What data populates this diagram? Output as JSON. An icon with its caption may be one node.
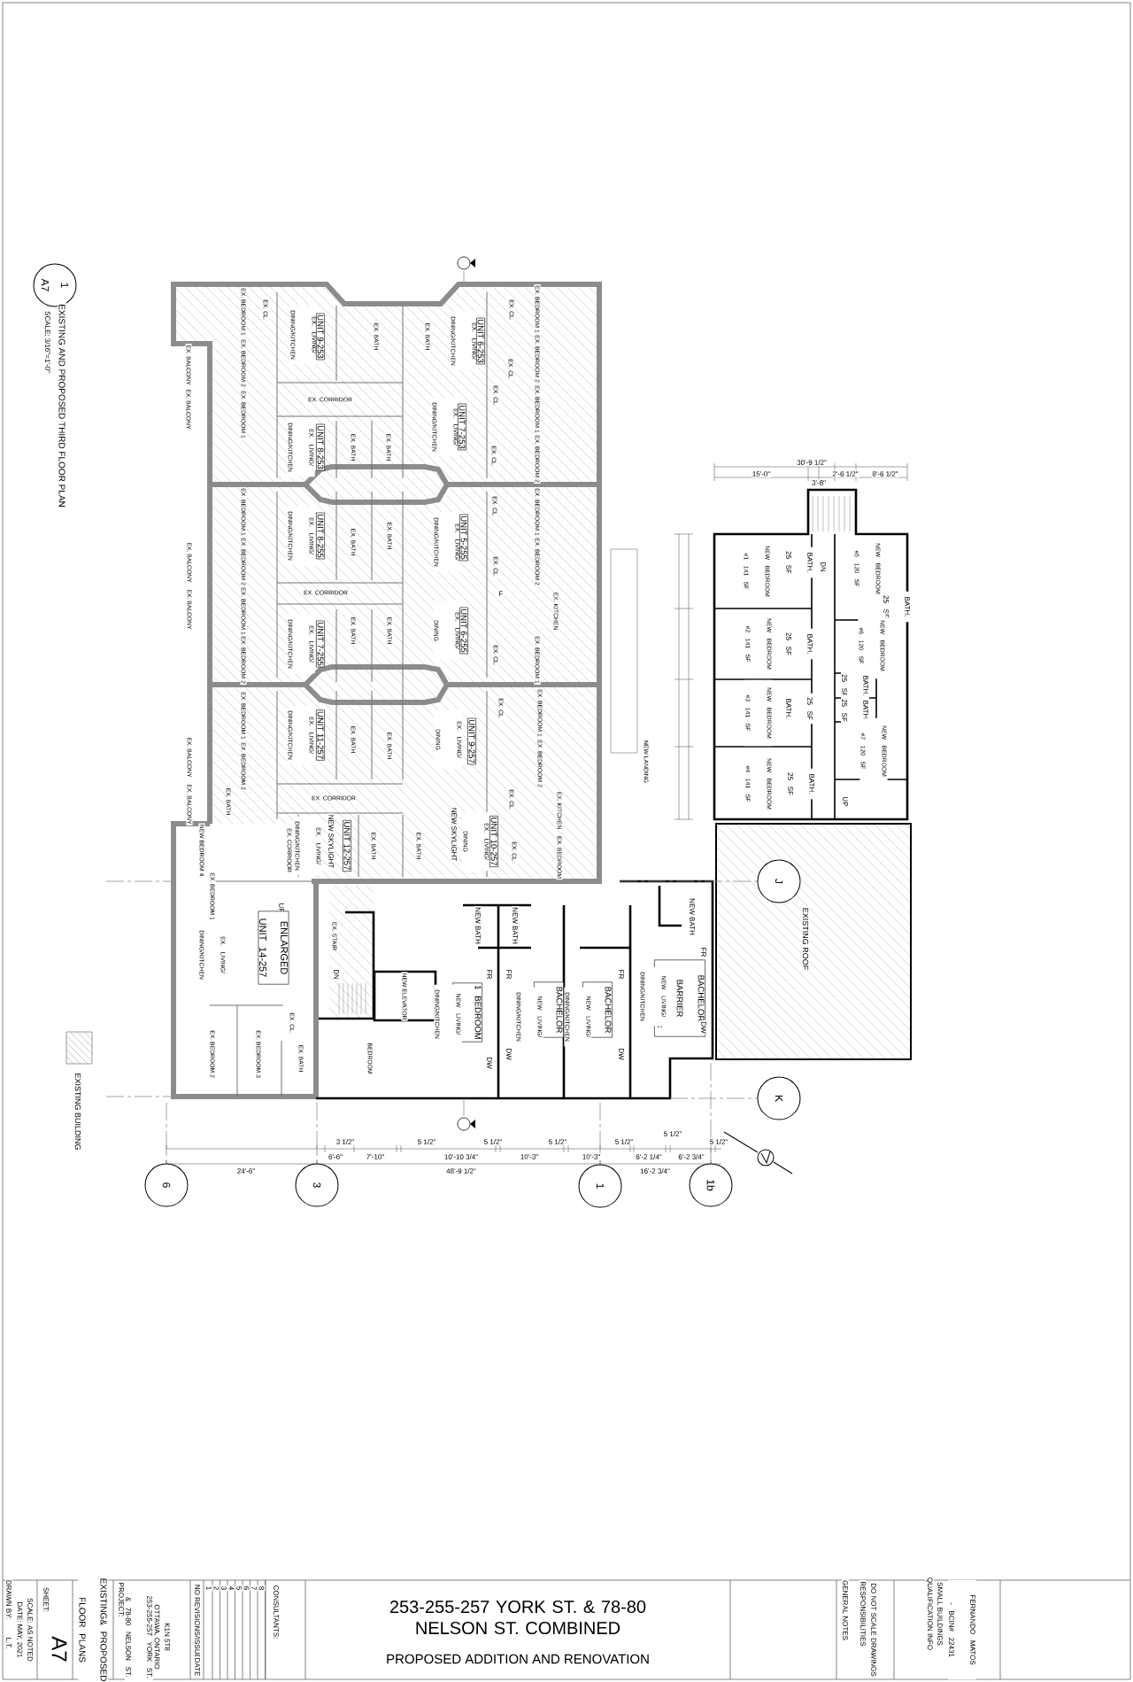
{
  "diagram": {
    "title": "253-255-257 YORK ST. & 78-80 NELSON ST. COMBINED",
    "nodes": [
      {
        "text": [
          "1",
          "A7"
        ]
      },
      {
        "text": [
          "6"
        ]
      },
      {
        "text": [
          "3"
        ]
      },
      {
        "text": [
          "1"
        ]
      },
      {
        "text": [
          "1b"
        ]
      },
      {
        "text": [
          "J"
        ]
      },
      {
        "text": [
          "K"
        ]
      }
    ],
    "labels": [
      "EXISTING AND PROPOSED THIRD FLOOR PLAN",
      "SCALE: 3/16\"=1'-0\"",
      "EX. BEDROOM 1",
      "EX. CL.",
      "EX. LIVING/DINING/KITCHEN",
      "UNIT 9-253",
      "EX. BATH",
      "EX. BATH",
      "EX. LIVING/DINING/KITCHEN",
      "UNIT 6-253",
      "EX. CL.",
      "EX. BEDROOM 1",
      "EX. BALCONY",
      "EX. BALCONY",
      "EX. BEDROOM 2",
      "EX. CL.",
      "EX. BEDROOM 2",
      "EX. CORRIDOR",
      "EX. BEDROOM 1",
      "EX. CL.",
      "EX. BEDROOM 1",
      "EX. LIVING/DINING/KITCHEN",
      "UNIT 8-253",
      "EX. BATH",
      "EX. BATH",
      "EX. LIVING/DINING/KITCHEN",
      "UNIT 7-253",
      "EX. CL.",
      "EX. BEDROOM 2",
      "EX. BEDROOM 1",
      "EX. LIVING/DINING/KITCHEN",
      "UNIT 8-255",
      "EX. BATH",
      "EX. BATH",
      "EX. LIVING/DINING/KITCHEN",
      "UNIT 5-255",
      "EX. CL.",
      "EX. BEDROOM 1",
      "EX. BALCONY",
      "EX. BEDROOM 2",
      "EX. CL.",
      "EX. BEDROOM 2",
      "EX. BALCONY",
      "EX. CORRIDOR",
      "F",
      "EX. BEDROOM 1",
      "EX. BEDROOM 2",
      "EX. LIVING/DINING/KITCHEN",
      "UNIT 7-255",
      "EX. BATH",
      "EX. BATH",
      "EX. LIVING/DINING",
      "UNIT 6-255",
      "EX. CL.",
      "EX. BEDROOM 1",
      "EX. KITCHEN",
      "EX. BEDROOM 1",
      "EX. LIVING/DINING/KITCHEN",
      "UNIT 11-257",
      "EX. BATH",
      "EX. BATH",
      "EX. LIVING/DINING",
      "UNIT 9-257",
      "EX. CL.",
      "EX. BEDROOM 1",
      "EX. BALCONY",
      "EX. BALCONY",
      "EX. BATH",
      "EX. BEDROOM 2",
      "EX. CORRIDOR",
      "EX. CL.",
      "EX. BEDROOM 2",
      "EX. KITCHEN",
      "NEW BEDROOM 4",
      "EX. CORRIDOR",
      "EX. LIVING/DINING/KITCHEN",
      "NEW SKYLIGHT",
      "UNIT 12-257",
      "EX. BATH",
      "EX. BATH",
      "NEW SKYLIGHT",
      "EX. LIVING/DINING",
      "UNIT 10-257",
      "EX. CL.",
      "EX. BEDROOM",
      "EX. BEDROOM 1",
      "UP",
      "EX. LIVING/DINING/KITCHEN",
      "ENLARGED UNIT 14-257",
      "EX. STAIR",
      "DN",
      "NEW ELEVATOR",
      "NEW BATH",
      "NEW BATH",
      "1 BEDROOM 523 SF",
      "NEW LIVING/DINING/KITCHEN",
      "FR",
      "FR",
      "DW",
      "DW",
      "BACHELOR 313 SF",
      "NEW LIVING/DINING/KITCHEN",
      "BACHELOR 313 SF",
      "NEW LIVING/DINING/KITCHEN",
      "FR",
      "DW",
      "NEW BATH",
      "BACHELOR BARRIER FREE 395 SF",
      "NEW LIVING/DINING/KITCHEN",
      "FR",
      "DW",
      "EX. CL.",
      "EX. BEDROOM 2",
      "EX. BEDROOM 3",
      "EX. BATH",
      "BEDROOM",
      "EXISTING ROOF",
      "NEW LANDING",
      "NEW BEDROOM #1 141 SF",
      "BATH. 25 SF",
      "DN",
      "NEW BEDROOM #5 120 SF",
      "BATH. 25 SF",
      "NEW BEDROOM #2 141 SF",
      "BATH. 25 SF",
      "NEW BEDROOM #6 120 SF",
      "BATH. 25 SF",
      "25 SF BATH.",
      "BATH. 25 SF",
      "NEW BEDROOM #3 141 SF",
      "NEW BEDROOM #7 120 SF",
      "NEW BEDROOM #4 141 SF",
      "BATH. 25 SF",
      "UP",
      "30'-9 1/2\"",
      "15'-0\"",
      "3'-8\"",
      "2'-6 1/2\"",
      "8'-6 1/2\"",
      "3 1/2\"",
      "6'-6\"",
      "7'-10\"",
      "5 1/2\"",
      "10'-10 3/4\"",
      "5 1/2\"",
      "10'-3\"",
      "5 1/2\"",
      "10'-3\"",
      "5 1/2\"",
      "6'-2 1/4\"",
      "5 1/2\"",
      "6'-2 3/4\"",
      "5 1/2\"",
      "24'-6\"",
      "48'-9 1/2\"",
      "16'-2 3/4\"",
      "PROPOSED ADDITION AND RENOVATION",
      "DRAWN BY:",
      "L.T.",
      "SHEET:",
      "DATE: MAY, 2021",
      "SCALE: AS NOTED",
      "A7",
      "EXISTING& PROPOSED FLOOR PLANS",
      "PROJECT:",
      "253-255-257 YORK ST. & 78-80 NELSON ST.",
      "OTTAWA, ONTARIO",
      "K1N 5T8",
      "NO.",
      "REVISIONS/ISSUE",
      "DATE",
      "1",
      "2",
      "3",
      "4",
      "5",
      "6",
      "7",
      "8",
      "CONSULTANTS:",
      "GENERAL NOTES",
      "RESPONSIBILITIES",
      "DO NOT SCALE DRAWINGS",
      "QUALIFICATION INFO",
      "SMALL BUILDINGS",
      "FERNANDO MATOS - BCIN# 22431"
    ],
    "legend": [
      {
        "text": "EXISTING BUILDING"
      }
    ]
  }
}
